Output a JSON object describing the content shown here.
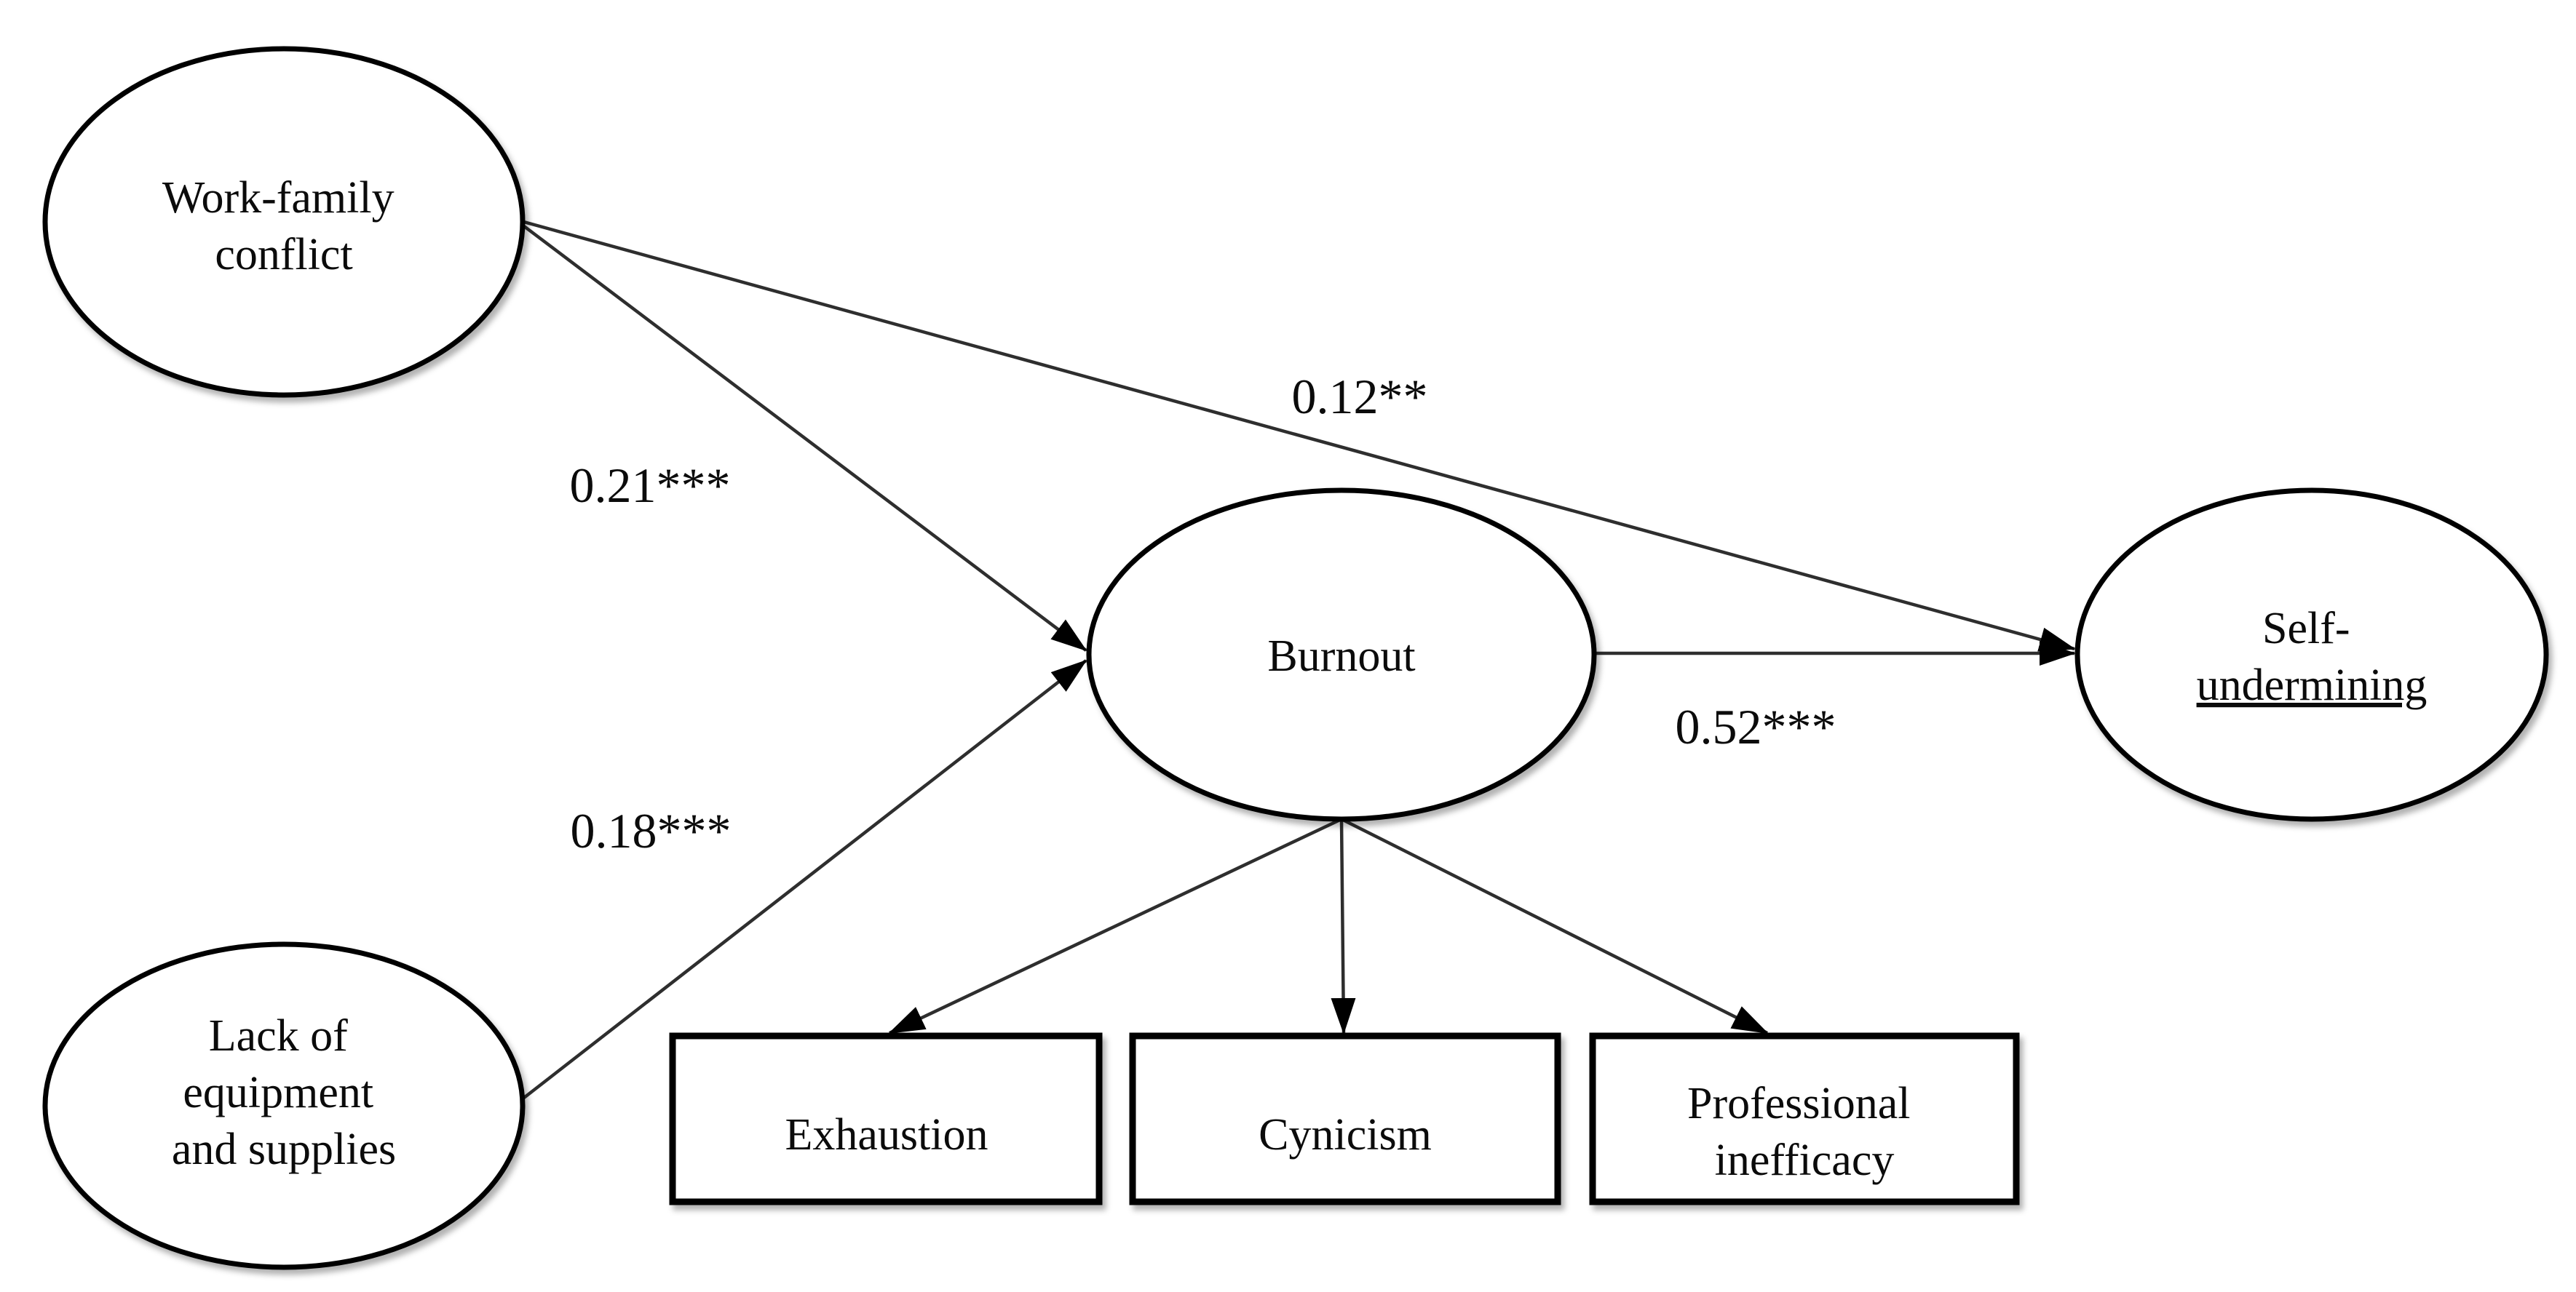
{
  "diagram": {
    "type": "structural-equation-model-path-diagram",
    "colors": {
      "background": "#ffffff",
      "shape_fill": "#ffffff",
      "shape_stroke": "#000000",
      "connector": "#2e2e2e",
      "text": "#0b0b0b"
    },
    "latent_nodes": [
      {
        "id": "work-family-conflict",
        "label": "Work-family conflict",
        "lines": [
          "Work-family",
          "conflict"
        ]
      },
      {
        "id": "lack-of-equipment-and-supplies",
        "label": "Lack of equipment and supplies",
        "lines": [
          "Lack of",
          "equipment",
          "and supplies"
        ]
      },
      {
        "id": "burnout",
        "label": "Burnout",
        "lines": [
          "Burnout"
        ]
      },
      {
        "id": "self-undermining",
        "label": "Self-undermining",
        "lines": [
          "Self-",
          "undermining"
        ]
      }
    ],
    "indicator_boxes": [
      {
        "id": "exhaustion",
        "label": "Exhaustion",
        "lines": [
          "Exhaustion"
        ]
      },
      {
        "id": "cynicism",
        "label": "Cynicism",
        "lines": [
          "Cynicism"
        ]
      },
      {
        "id": "professional-inefficacy",
        "label": "Professional inefficacy",
        "lines": [
          "Professional",
          "inefficacy"
        ]
      }
    ],
    "paths": [
      {
        "from": "Work-family conflict",
        "to": "Burnout",
        "label": "0.21***"
      },
      {
        "from": "Lack of equipment and supplies",
        "to": "Burnout",
        "label": "0.18***"
      },
      {
        "from": "Work-family conflict",
        "to": "Self-undermining",
        "label": "0.12**"
      },
      {
        "from": "Burnout",
        "to": "Self-undermining",
        "label": "0.52***"
      },
      {
        "from": "Burnout",
        "to": "Exhaustion",
        "label": ""
      },
      {
        "from": "Burnout",
        "to": "Cynicism",
        "label": ""
      },
      {
        "from": "Burnout",
        "to": "Professional inefficacy",
        "label": ""
      }
    ]
  }
}
